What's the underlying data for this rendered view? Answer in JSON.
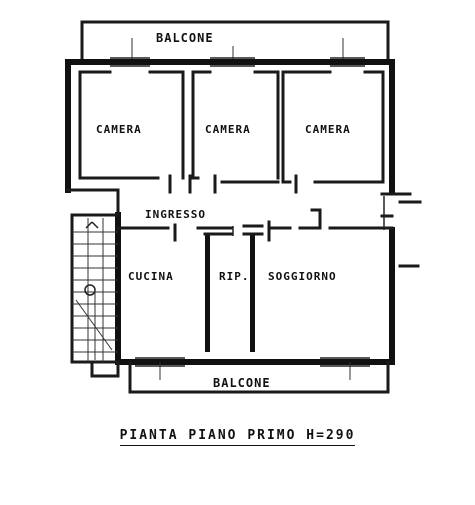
{
  "rooms": {
    "balcony_top": "BALCONE",
    "bedroom_left": "CAMERA",
    "bedroom_middle": "CAMERA",
    "bedroom_right": "CAMERA",
    "entrance": "INGRESSO",
    "kitchen": "CUCINA",
    "storage": "RIP.",
    "living_room": "SOGGIORNO",
    "balcony_bottom": "BALCONE"
  },
  "caption": "PIANTA PIANO PRIMO H=290",
  "colors": {
    "ink": "#111111",
    "paper": "#ffffff"
  }
}
